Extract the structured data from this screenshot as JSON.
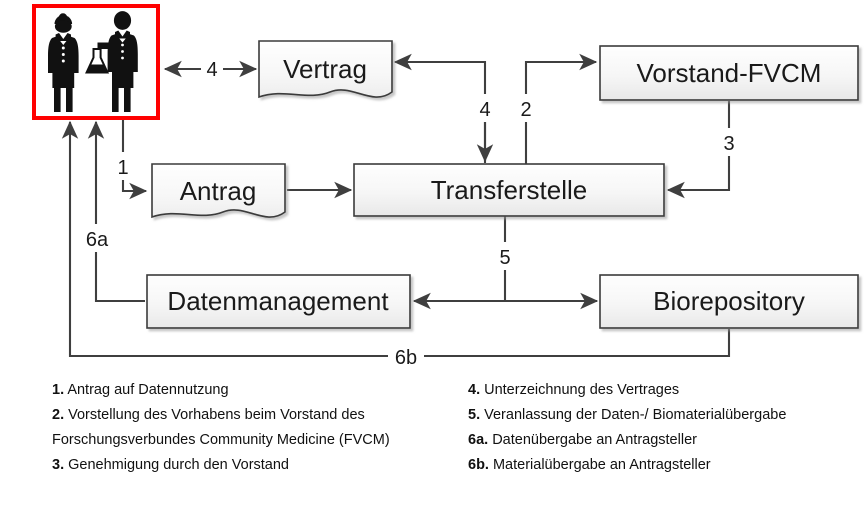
{
  "diagram": {
    "title_text": "",
    "colors": {
      "highlight_border": "#ff0000",
      "node_fill_top": "#fdfdfd",
      "node_fill_bottom": "#ebebeb",
      "node_stroke": "#3a3a3a",
      "edge_stroke": "#3f3f3f",
      "text": "#1a1a1a"
    },
    "nodes": {
      "applicant": {
        "label": "",
        "icon_a": "doctor-figure-icon",
        "icon_b": "scientist-with-flask-icon"
      },
      "vertrag": {
        "label": "Vertrag",
        "shape": "document"
      },
      "antrag": {
        "label": "Antrag",
        "shape": "document"
      },
      "transferstelle": {
        "label": "Transferstelle",
        "shape": "rectangle"
      },
      "vorstand": {
        "label": "Vorstand-FVCM",
        "shape": "rectangle"
      },
      "datenmanagement": {
        "label": "Datenmanagement",
        "shape": "rectangle"
      },
      "biorepository": {
        "label": "Biorepository",
        "shape": "rectangle"
      }
    },
    "edges": [
      {
        "id": "e1",
        "label": "1",
        "from": "applicant",
        "to": "antrag"
      },
      {
        "id": "e1b",
        "label": "",
        "from": "antrag",
        "to": "transferstelle"
      },
      {
        "id": "e2",
        "label": "2",
        "from": "transferstelle",
        "to": "vorstand"
      },
      {
        "id": "e3",
        "label": "3",
        "from": "vorstand",
        "to": "transferstelle"
      },
      {
        "id": "e4a",
        "label": "4",
        "from": "applicant",
        "to": "vertrag"
      },
      {
        "id": "e4b",
        "label": "4",
        "from": "transferstelle",
        "to": "vertrag"
      },
      {
        "id": "e5",
        "label": "5",
        "from": "transferstelle",
        "to": "datenmanagement-biorepository"
      },
      {
        "id": "e6a",
        "label": "6a",
        "from": "datenmanagement",
        "to": "applicant"
      },
      {
        "id": "e6b",
        "label": "6b",
        "from": "biorepository",
        "to": "applicant"
      }
    ]
  },
  "legend": {
    "left": [
      {
        "num": "1.",
        "text": " Antrag auf Datennutzung"
      },
      {
        "num": "2.",
        "text": " Vorstellung des Vorhabens beim Vorstand des Forschungsverbundes Community Medicine (FVCM)"
      },
      {
        "num": "3.",
        "text": " Genehmigung durch den Vorstand"
      }
    ],
    "right": [
      {
        "num": "4.",
        "text": " Unterzeichnung des Vertrages"
      },
      {
        "num": "5.",
        "text": " Veranlassung der Daten-/ Biomaterialübergabe"
      },
      {
        "num": "6a.",
        "text": " Datenübergabe an Antragsteller"
      },
      {
        "num": "6b.",
        "text": " Materialübergabe an Antragsteller"
      }
    ]
  }
}
